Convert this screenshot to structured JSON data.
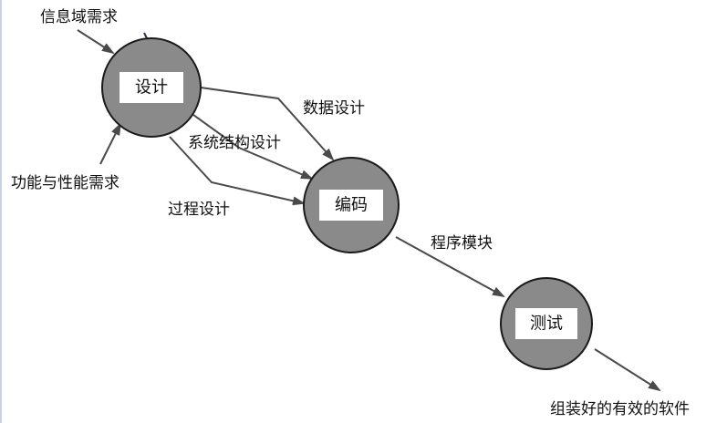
{
  "diagram": {
    "nodes": {
      "design": "设计",
      "coding": "编码",
      "testing": "测试"
    },
    "labels": {
      "info_domain_req": "信息域需求",
      "func_perf_req": "功能与性能需求",
      "data_design": "数据设计",
      "arch_design": "系统结构设计",
      "procedural_design": "过程设计",
      "program_modules": "程序模块",
      "valid_software": "组装好的有效的软件"
    },
    "colors": {
      "node_fill": "#8a8a8a",
      "arrow": "#4a4a4a",
      "text": "#111111"
    }
  }
}
